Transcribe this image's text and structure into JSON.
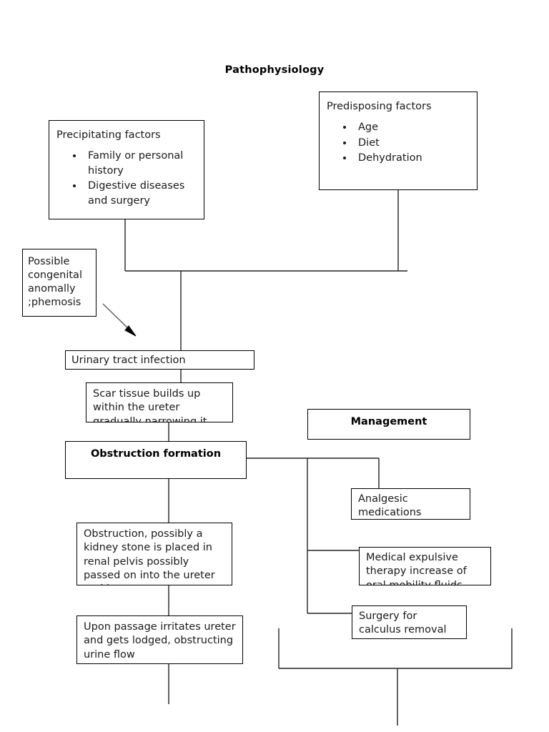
{
  "title": "Pathophysiology",
  "theme": {
    "background": "#ffffff",
    "line_color": "#222222",
    "box_border": "#000000",
    "text_color": "#1a1a1a"
  },
  "nodes": {
    "predisposing": {
      "heading": "Predisposing factors",
      "bullets": [
        "Age",
        "Diet",
        "Dehydration"
      ]
    },
    "precipitating": {
      "heading": "Precipitating factors",
      "bullets": [
        "Family or personal history",
        "Digestive diseases and surgery"
      ]
    },
    "congenital": {
      "text": "Possible congenital anomally ;phemosis"
    },
    "uti": {
      "text": "Urinary tract infection"
    },
    "scar": {
      "text": "Scar tissue builds up within the ureter gradually narrowing it"
    },
    "obstruction_formation": {
      "text": "Obstruction formation"
    },
    "management": {
      "text": "Management"
    },
    "analgesic": {
      "text": "Analgesic medications"
    },
    "expulsive": {
      "text": "Medical expulsive therapy increase of oral mobility fluids"
    },
    "surgery": {
      "text": "Surgery for calculus removal"
    },
    "obstruction_detail": {
      "text": "Obstruction, possibly a kidney stone is placed in renal pelvis possibly passed on into the ureter and into"
    },
    "passage": {
      "text": "Upon passage irritates ureter and gets lodged, obstructing urine flow"
    }
  }
}
